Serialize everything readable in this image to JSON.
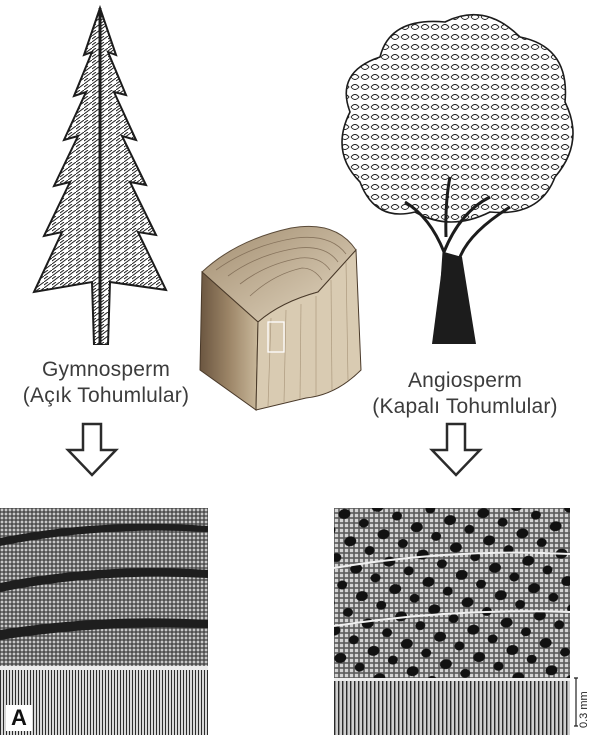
{
  "left": {
    "name": "Gymnosperm",
    "subname": "(Açık Tohumlular)"
  },
  "right": {
    "name": "Angiosperm",
    "subname": "(Kapalı Tohumlular)"
  },
  "panel_letter": "A",
  "scale_bar": "0.3 mm",
  "colors": {
    "ink": "#1c1c1c",
    "label_text": "#3c3c3c",
    "wood_light": "#c9b89b",
    "wood_dark": "#6b5640",
    "micrograph_dark": "#2a2a2a",
    "micrograph_light": "#d6d6d6"
  }
}
